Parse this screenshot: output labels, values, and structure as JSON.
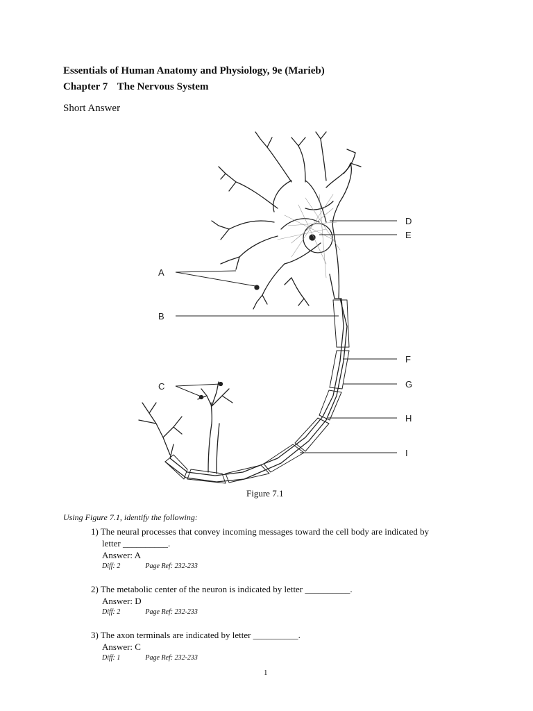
{
  "header": {
    "title": "Essentials of Human Anatomy and Physiology, 9e (Marieb)",
    "chapter_number": "Chapter 7",
    "chapter_title": "The Nervous System",
    "section": "Short Answer"
  },
  "figure": {
    "caption": "Figure 7.1",
    "labels": [
      "A",
      "B",
      "C",
      "D",
      "E",
      "F",
      "G",
      "H",
      "I"
    ]
  },
  "instructions": "Using Figure 7.1, identify the following:",
  "questions": [
    {
      "number": "1)",
      "text_line1": "The neural processes that convey incoming messages toward the cell body are indicated by",
      "text_line2": "letter __________.",
      "answer": "Answer: A",
      "diff": "Diff: 2",
      "page_ref": "Page Ref: 232-233"
    },
    {
      "number": "2)",
      "text_line1": "The metabolic center of the neuron is indicated by letter __________.",
      "answer": "Answer: D",
      "diff": "Diff: 2",
      "page_ref": "Page Ref: 232-233"
    },
    {
      "number": "3)",
      "text_line1": "The axon terminals are indicated by letter __________.",
      "answer": "Answer: C",
      "diff": "Diff: 1",
      "page_ref": "Page Ref: 232-233"
    }
  ],
  "page_number": "1"
}
